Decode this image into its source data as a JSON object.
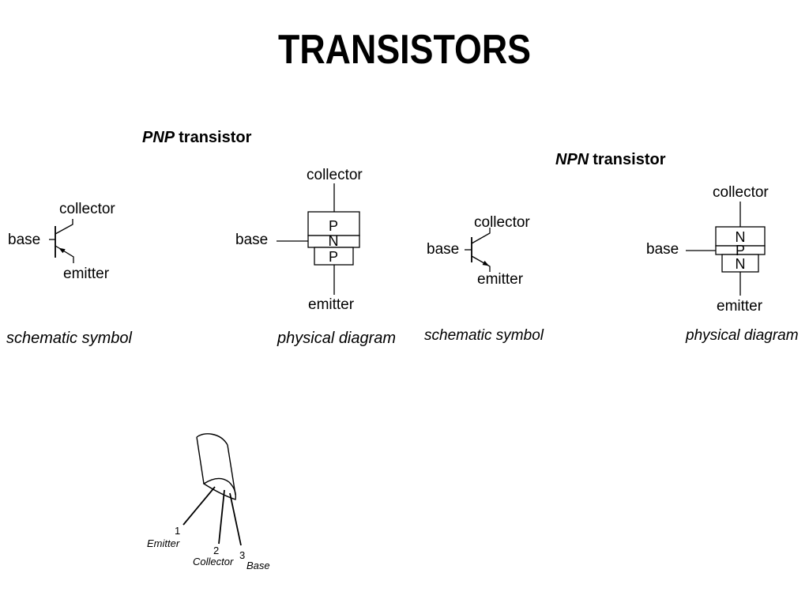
{
  "slide": {
    "title": "TRANSISTORS"
  },
  "pnp": {
    "heading": {
      "type": "PNP",
      "word": "transistor"
    },
    "schematic": {
      "collector_label": "collector",
      "base_label": "base",
      "emitter_label": "emitter",
      "caption": "schematic symbol"
    },
    "physical": {
      "collector_label": "collector",
      "base_label": "base",
      "emitter_label": "emitter",
      "layers": [
        "P",
        "N",
        "P"
      ],
      "caption": "physical diagram"
    }
  },
  "npn": {
    "heading": {
      "type": "NPN",
      "word": "transistor"
    },
    "schematic": {
      "collector_label": "collector",
      "base_label": "base",
      "emitter_label": "emitter",
      "caption": "schematic symbol"
    },
    "physical": {
      "collector_label": "collector",
      "base_label": "base",
      "emitter_label": "emitter",
      "layers": [
        "N",
        "P",
        "N"
      ],
      "caption": "physical diagram"
    }
  },
  "package": {
    "leads": [
      {
        "number": "1",
        "name": "Emitter"
      },
      {
        "number": "2",
        "name": "Collector"
      },
      {
        "number": "3",
        "name": "Base"
      }
    ]
  },
  "colors": {
    "ink": "#000000",
    "background": "#ffffff"
  }
}
